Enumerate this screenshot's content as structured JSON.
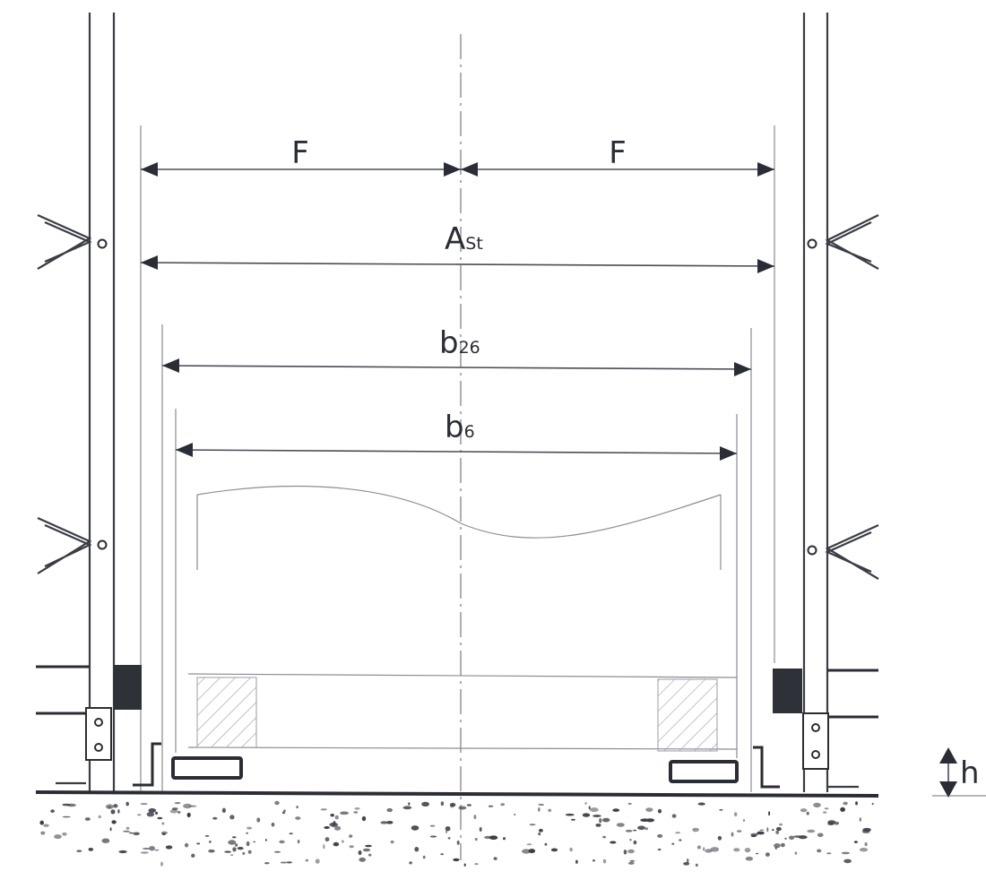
{
  "dimensions": {
    "F_left": {
      "text": "F"
    },
    "F_right": {
      "text": "F"
    },
    "A_st": {
      "main": "A",
      "sub": "St"
    },
    "b26": {
      "main": "b",
      "sub": "26"
    },
    "b6": {
      "main": "b",
      "sub": "6"
    },
    "h": {
      "text": "h"
    }
  }
}
